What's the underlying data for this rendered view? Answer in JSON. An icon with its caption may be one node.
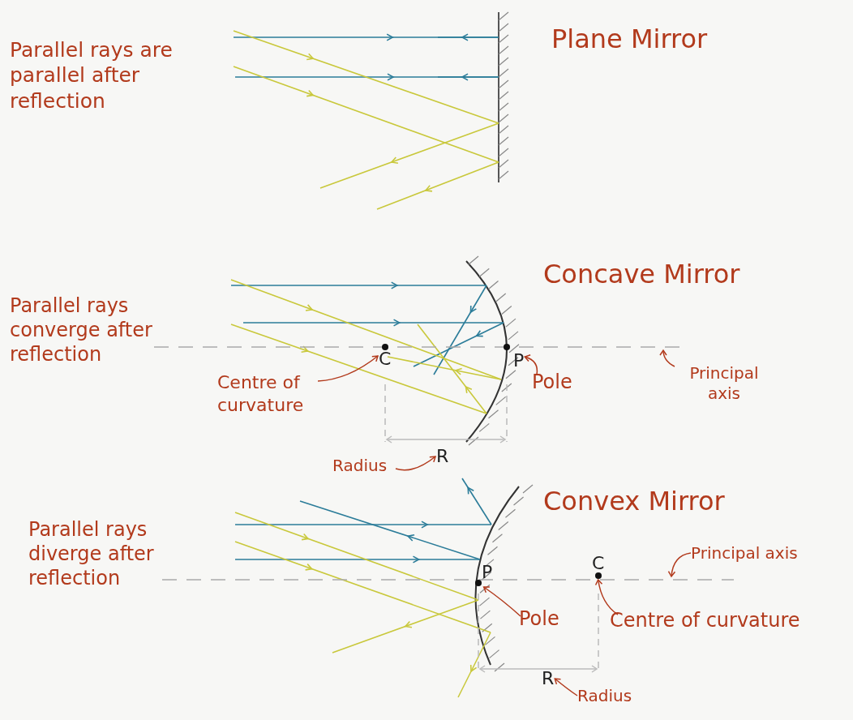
{
  "diagram": {
    "nodes": [
      {
        "text": [
          "C"
        ]
      },
      {
        "text": [
          "P"
        ]
      },
      {
        "text": [
          "Centre of curvature"
        ]
      },
      {
        "text": [
          "Pole"
        ]
      },
      {
        "text": [
          "Principal axis"
        ]
      },
      {
        "text": [
          "R"
        ]
      },
      {
        "text": [
          "Radius"
        ]
      },
      {
        "text": [
          "P"
        ]
      },
      {
        "text": [
          "C"
        ]
      },
      {
        "text": [
          "Principal axis"
        ]
      },
      {
        "text": [
          "Pole"
        ]
      },
      {
        "text": [
          "Centre of curvature"
        ]
      },
      {
        "text": [
          "R"
        ]
      },
      {
        "text": [
          "Radius"
        ]
      }
    ],
    "edges": [
      {
        "from": 2,
        "to": 0,
        "arrow": "to"
      },
      {
        "from": 3,
        "to": 1,
        "arrow": "to"
      },
      {
        "from": 4,
        "to": null,
        "arrow": "to"
      },
      {
        "from": 6,
        "to": 5,
        "arrow": "to"
      },
      {
        "from": 9,
        "to": null,
        "arrow": "to"
      },
      {
        "from": 10,
        "to": 7,
        "arrow": "to"
      },
      {
        "from": 11,
        "to": 8,
        "arrow": "to"
      },
      {
        "from": 13,
        "to": 12,
        "arrow": "to"
      }
    ],
    "labels": [
      "Parallel rays are parallel after reflection",
      "Plane Mirror",
      "Concave Mirror",
      "Parallel rays converge after reflection",
      "Convex Mirror",
      "Parallel rays diverge after reflection"
    ]
  }
}
